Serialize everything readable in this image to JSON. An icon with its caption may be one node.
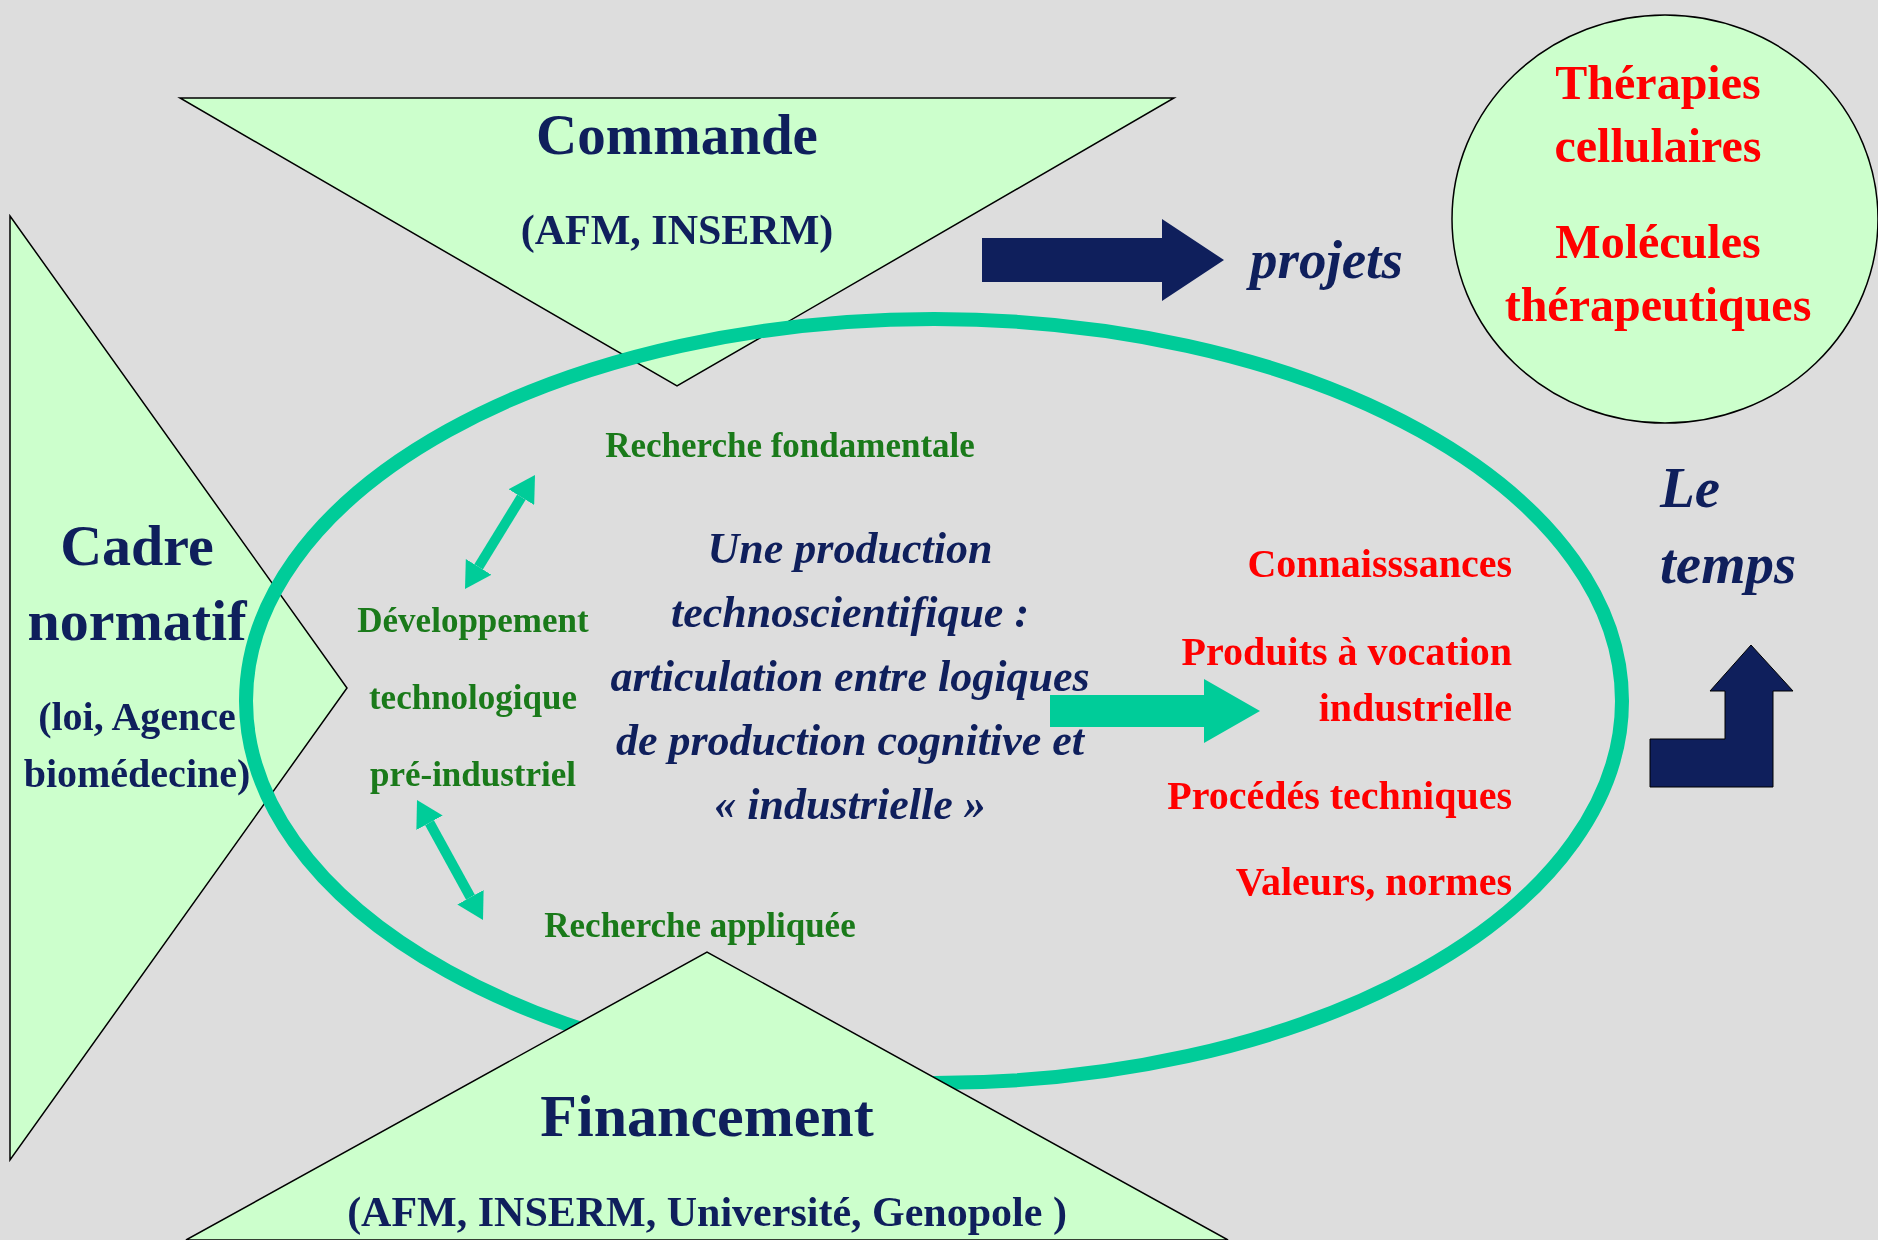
{
  "diagram": {
    "nodes": [
      {
        "text": [
          "Commande",
          "(AFM, INSERM)"
        ]
      },
      {
        "text": [
          "projets"
        ]
      },
      {
        "text": [
          "Thérapies cellulaires",
          "Molécules thérapeutiques"
        ]
      },
      {
        "text": [
          "Cadre normatif",
          "(loi, Agence biomédecine)"
        ]
      },
      {
        "text": [],
        "shape": "ellipse"
      },
      {
        "text": [
          "Recherche fondamentale"
        ],
        "in": 4
      },
      {
        "text": [
          "Développement technologique pré-industriel"
        ],
        "in": 4
      },
      {
        "text": [
          "Recherche appliquée"
        ],
        "in": 4
      },
      {
        "text": [
          "Une production technoscientifique : articulation entre logiques de production cognitive et « industrielle »"
        ],
        "in": 4
      },
      {
        "text": [
          "Connaisssances",
          "Produits à vocation industrielle",
          "Procédés techniques",
          "Valeurs, normes"
        ],
        "in": 4
      },
      {
        "text": [
          "Financement",
          "(AFM, INSERM, Université, Genopole )"
        ]
      }
    ],
    "edges": [
      {
        "from": 0,
        "to": 1,
        "arrow": "to",
        "style": "thick",
        "color": "#0f1f5c"
      },
      {
        "from": 5,
        "to": 6,
        "arrow": "both"
      },
      {
        "from": 6,
        "to": 7,
        "arrow": "both"
      },
      {
        "from": 8,
        "to": 9,
        "arrow": "to",
        "style": "thick"
      }
    ],
    "labels": [
      "Le temps"
    ]
  }
}
